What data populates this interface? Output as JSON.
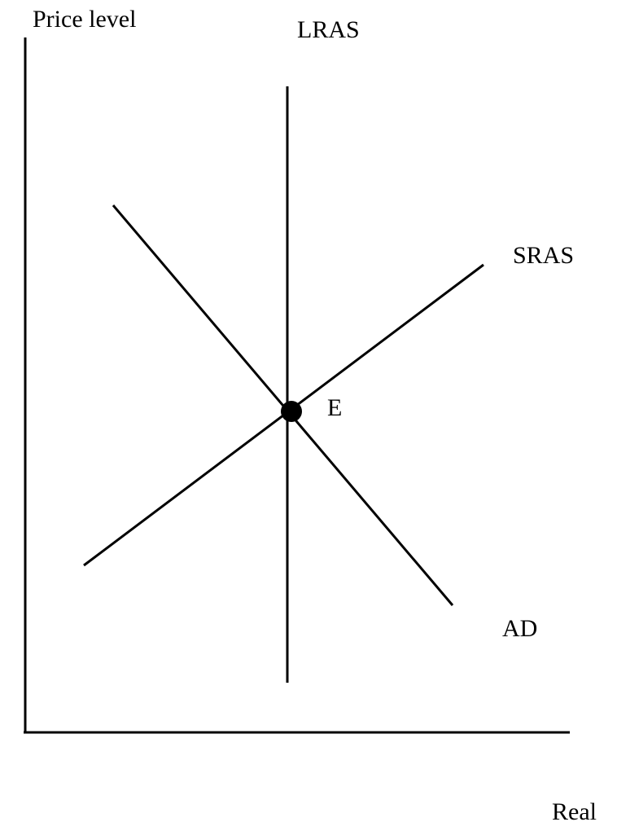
{
  "diagram": {
    "y_axis_label": "Price level",
    "x_axis_label": "Real",
    "curves": {
      "lras": "LRAS",
      "sras": "SRAS",
      "ad": "AD"
    },
    "equilibrium_label": "E",
    "colors": {
      "ink": "#000000",
      "background": "#ffffff"
    }
  }
}
